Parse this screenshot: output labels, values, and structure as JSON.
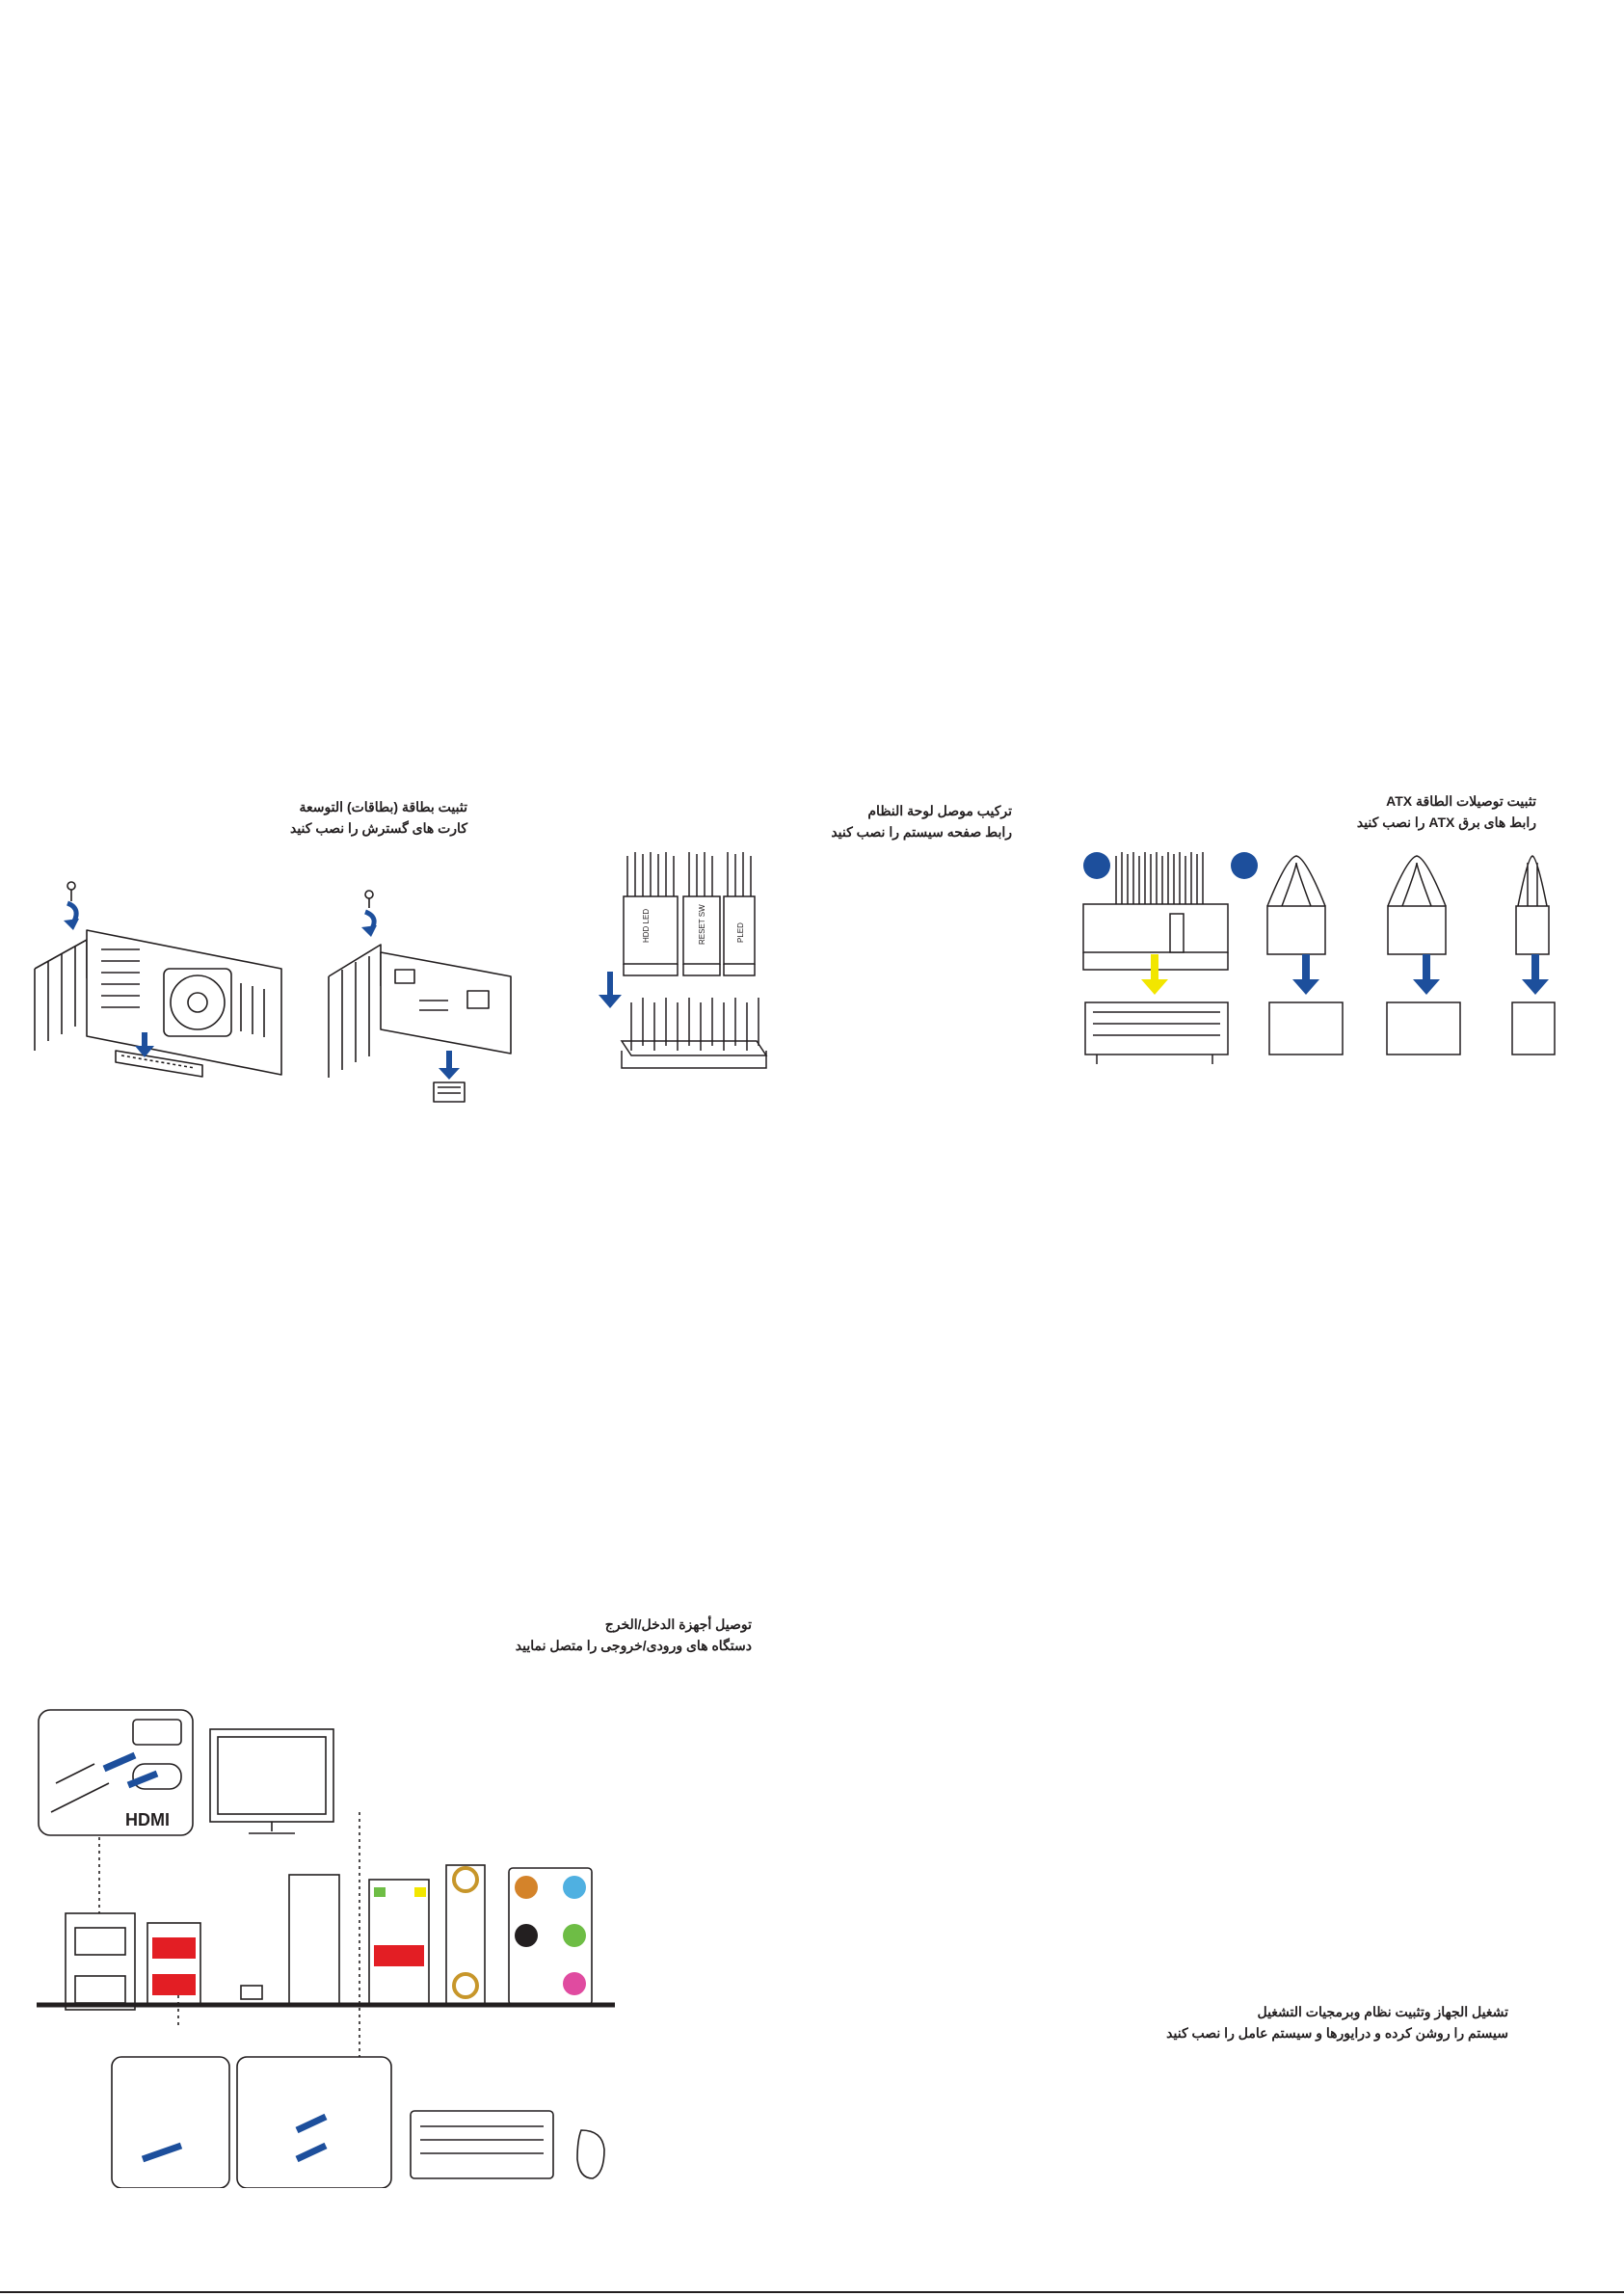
{
  "sections": {
    "expansion_card": {
      "title_ar": "تثبيت بطاقة (بطاقات) التوسعة",
      "title_fa": "کارت های گسترش را نصب کنید"
    },
    "front_panel": {
      "title_ar": "تركيب موصل لوحة النظام",
      "title_fa": "رابط صفحه سیستم را نصب کنید",
      "pin_labels": [
        "HDD LED",
        "RESET SW",
        "PLED"
      ]
    },
    "atx_power": {
      "title_ar": "تثبيت توصيلات الطاقة ATX",
      "title_fa": "رابط های برق ATX را نصب کنید"
    },
    "io_devices": {
      "title_ar": "توصيل أجهزة الدخل/الخرج",
      "title_fa": "دستگاه های ورودی/خروجی را متصل نمایید",
      "hdmi_logo": "HDMI"
    },
    "power_on": {
      "title_ar": "تشغيل الجهاز وتثبيت نظام وبرمجيات التشغيل",
      "title_fa": "سیستم را روشن کرده و درایورها و سیستم عامل را نصب کنید"
    }
  },
  "colors": {
    "accent_blue": "#1d4f9c",
    "arrow_yellow": "#f2e600",
    "usb_red": "#e31e24",
    "line": "#231f20"
  }
}
